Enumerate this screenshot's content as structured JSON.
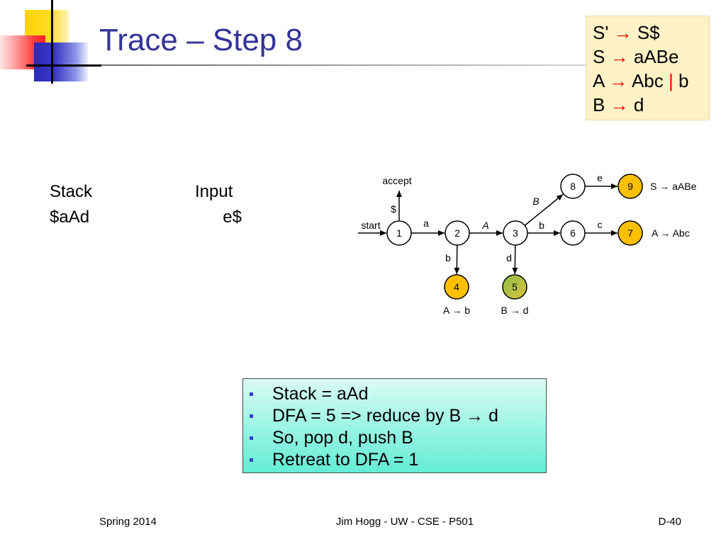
{
  "slide": {
    "title": "Trace – Step 8"
  },
  "colors": {
    "title": "#333399",
    "grammar_bg": "#FFF2C6",
    "grammar_border": "#E8D9A4",
    "grammar_symbol": "#FF0000",
    "reduce_state": "#FFC000",
    "current_state_from": "#8DBA4C",
    "current_state_to": "#DCC53A",
    "notes_bg_top": "#DAFCF4",
    "notes_bg_bottom": "#62EDD5",
    "notes_border": "#4A4A4A",
    "bullet": "#3344CC"
  },
  "grammar": {
    "arrow": "→",
    "rules": [
      {
        "lhs": "S'",
        "rhs": "S$"
      },
      {
        "lhs": "S",
        "rhs": "aABe"
      },
      {
        "lhs": "A",
        "rhs": "Abc",
        "separator": "|",
        "alternative": "b"
      },
      {
        "lhs": "B",
        "rhs": "d"
      }
    ]
  },
  "trace": {
    "headers": {
      "stack": "Stack",
      "input": "Input"
    },
    "row": {
      "stack": "$aAd",
      "input": "e$"
    }
  },
  "dfa": {
    "start_label": "start",
    "accept": {
      "label": "accept",
      "symbol": "$"
    },
    "states": [
      {
        "label": "1",
        "reduce": false,
        "current": false
      },
      {
        "label": "2",
        "reduce": false,
        "current": false
      },
      {
        "label": "3",
        "reduce": false,
        "current": false
      },
      {
        "label": "4",
        "reduce": true,
        "current": false
      },
      {
        "label": "5",
        "reduce": true,
        "current": true
      },
      {
        "label": "6",
        "reduce": false,
        "current": false
      },
      {
        "label": "7",
        "reduce": true,
        "current": false
      },
      {
        "label": "8",
        "reduce": false,
        "current": false
      },
      {
        "label": "9",
        "reduce": true,
        "current": false
      }
    ],
    "edges": [
      {
        "from": 1,
        "to": 2,
        "label": "a"
      },
      {
        "from": 2,
        "to": 3,
        "label": "A"
      },
      {
        "from": 3,
        "to": 6,
        "label": "b"
      },
      {
        "from": 6,
        "to": 7,
        "label": "c"
      },
      {
        "from": 3,
        "to": 8,
        "label": "B"
      },
      {
        "from": 8,
        "to": 9,
        "label": "e"
      },
      {
        "from": 2,
        "to": 4,
        "label": "b"
      },
      {
        "from": 3,
        "to": 5,
        "label": "d"
      }
    ],
    "reductions": [
      {
        "state": 9,
        "rule": "S → aABe"
      },
      {
        "state": 7,
        "rule": "A → Abc"
      },
      {
        "state": 4,
        "rule": "A → b"
      },
      {
        "state": 5,
        "rule": "B → d"
      }
    ]
  },
  "notes": {
    "bullets": [
      "Stack = aAd",
      "DFA = 5 => reduce by B → d",
      "So, pop d, push B",
      "Retreat to DFA = 1"
    ]
  },
  "footer": {
    "left": "Spring 2014",
    "center": "Jim Hogg - UW - CSE - P501",
    "right": "D-40"
  }
}
